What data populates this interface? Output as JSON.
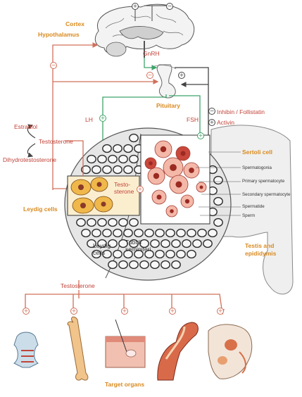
{
  "labels": {
    "cortex": "Cortex",
    "hypothalamus": "Hypothalamus",
    "gnrh": "GnRH",
    "pituitary": "Pituitary",
    "lh": "LH",
    "fsh": "FSH",
    "inhibin": "Inhibin / Follistatin",
    "activin": "Activin",
    "estradiol": "Estradiol",
    "testosterone_left": "Testosterone",
    "dht": "Dihydrotestosterone",
    "leydig_cells": "Leydig cells",
    "testo_inset_1": "Testo-",
    "testo_inset_2": "sterone",
    "sertoli": "Sertoli cell",
    "spermatogonia": "Spermatogonia",
    "primary": "Primary spermatocyte",
    "secondary": "Secondary spermatocyte",
    "spermatide": "Spermatide",
    "sperm": "Sperm",
    "leydig_in_1": "Leydig",
    "leydig_in_2": "cells",
    "tubuli_1": "Tubuli",
    "tubuli_2": "seminiferi",
    "testis_1": "Testis and",
    "testis_2": "epididymis",
    "testosterone_bottom": "Testosterone",
    "target": "Target organs"
  },
  "signs": {
    "plus": "+",
    "minus": "−"
  },
  "colors": {
    "orange_text": "#d98a1f",
    "red_text": "#c1443a",
    "red_arrow": "#d0705a",
    "green_arrow": "#3fa46a",
    "dark_arrow": "#444444",
    "testis_fill": "#e8e8e8",
    "tubule_stroke": "#2a2a2a",
    "cell_pink": "#f4b8a8",
    "cell_red": "#c9473b",
    "leydig_cell": "#f0b84a"
  }
}
